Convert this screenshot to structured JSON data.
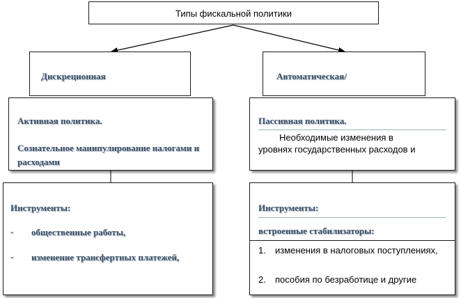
{
  "title": "Типы фискальной политики",
  "discretionary": {
    "label": "Дискреционная",
    "policy_title": "Активная политика.",
    "policy_desc": "Сознательное манипулирование налогами и расходами",
    "instruments_title": "Инструменты:",
    "instruments": [
      {
        "marker": "-",
        "text": "общественные работы,"
      },
      {
        "marker": "-",
        "text": "изменение трансфертных платежей,"
      }
    ]
  },
  "automatic": {
    "label": "Автоматическая/",
    "policy_title": "Пассивная политика.",
    "policy_desc_line1": "Необходимые изменения в",
    "policy_desc_line2": "уровнях государственных расходов и",
    "instruments_title": "Инструменты:",
    "stabilizers_title": "встроенные стабилизаторы:",
    "stabilizers": [
      {
        "num": "1.",
        "text": "изменения в налоговых поступлениях,"
      },
      {
        "num": "2.",
        "text": "пособия по безработице и другие"
      }
    ]
  },
  "colors": {
    "heading_text": "#3b4f66",
    "border": "#1a1a1a",
    "accent_line": "#9ab3c6"
  }
}
